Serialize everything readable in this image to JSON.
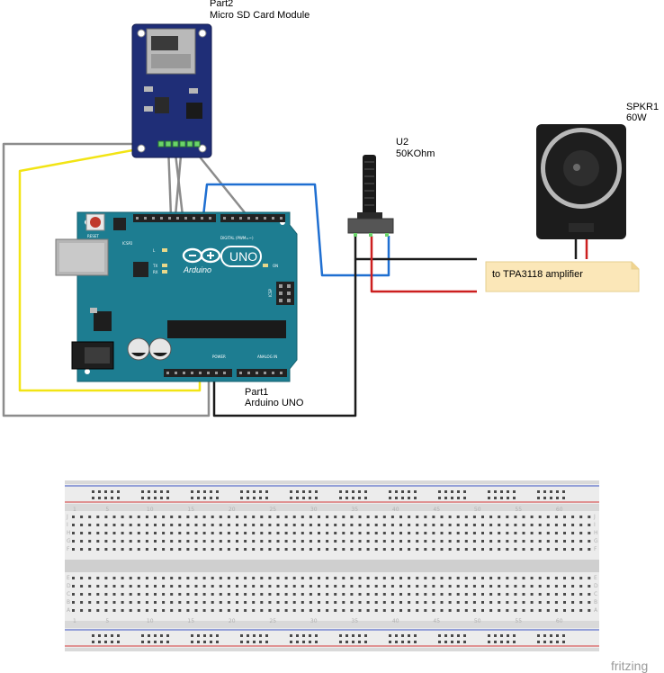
{
  "parts": {
    "sd_module": {
      "ref": "Part2",
      "name": "Micro SD Card Module"
    },
    "arduino": {
      "ref": "Part1",
      "name": "Arduino UNO",
      "board_logo": "Arduino",
      "board_model": "UNO",
      "silk_reset": "RESET",
      "silk_icsp2": "ICSP2",
      "silk_digital": "DIGITAL (PWM=~)",
      "silk_power": "POWER",
      "silk_analog": "ANALOG IN",
      "silk_on": "ON",
      "silk_icsp": "ICSP",
      "silk_l": "L",
      "silk_tx": "TX",
      "silk_rx": "RX"
    },
    "pot": {
      "ref": "U2",
      "value": "50KOhm"
    },
    "speaker": {
      "ref": "SPKR1",
      "value": "60W"
    }
  },
  "note": {
    "text": "to TPA3118 amplifier",
    "color": "#fbe7b8"
  },
  "wire_colors": {
    "yellow": "#f2e414",
    "gray": "#8c8c8c",
    "blue": "#1f6fd1",
    "black": "#1a1a1a",
    "red": "#cc1f1f"
  },
  "breadboard": {
    "column_numbers": [
      "1",
      "5",
      "10",
      "15",
      "20",
      "25",
      "30",
      "35",
      "40",
      "45",
      "50",
      "55",
      "60"
    ],
    "row_letters_top": [
      "J",
      "I",
      "H",
      "G",
      "F"
    ],
    "row_letters_bottom": [
      "E",
      "D",
      "C",
      "B",
      "A"
    ]
  },
  "watermark": {
    "text": "fritzing"
  }
}
